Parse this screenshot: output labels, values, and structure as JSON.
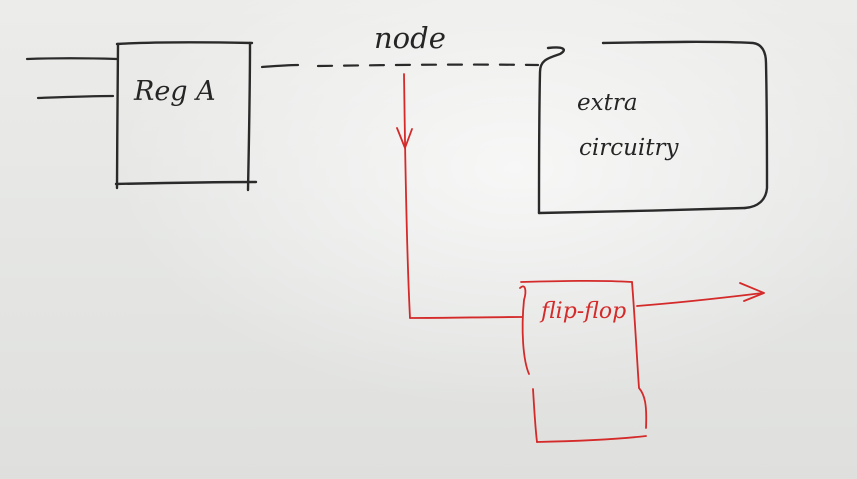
{
  "diagram": {
    "labels": {
      "register": "Reg A",
      "node": "node",
      "extra_line1": "extra",
      "extra_line2": "circuitry",
      "flip_flop": "flip-flop"
    },
    "colors": {
      "paper": "#e6e7e5",
      "black_ink": "#2a2a2a",
      "red_ink": "#d42a2a"
    }
  }
}
